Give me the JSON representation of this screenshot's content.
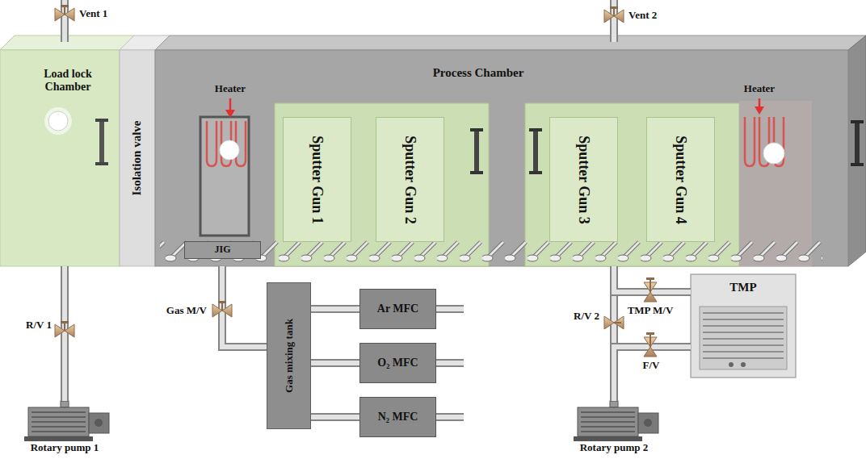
{
  "diagram": {
    "nodes": [
      {
        "text": [
          "Load lock Chamber"
        ]
      },
      {
        "text": [
          "Isolation valve"
        ]
      },
      {
        "text": [
          "Process Chamber"
        ]
      },
      {
        "text": [
          "JIG"
        ],
        "in": 2
      },
      {
        "text": [
          "Sputter Gun 1"
        ],
        "in": 2
      },
      {
        "text": [
          "Sputter Gun 2"
        ],
        "in": 2
      },
      {
        "text": [
          "Sputter Gun 3"
        ],
        "in": 2
      },
      {
        "text": [
          "Sputter Gun 4"
        ],
        "in": 2
      },
      {
        "text": [
          "Gas mixing tank"
        ]
      },
      {
        "text": [
          "Ar MFC"
        ]
      },
      {
        "text": [
          "O₂ MFC"
        ]
      },
      {
        "text": [
          "N₂ MFC"
        ]
      },
      {
        "text": [
          "TMP"
        ]
      },
      {
        "text": [
          "Rotary pump 1"
        ]
      },
      {
        "text": [
          "Rotary pump 2"
        ]
      }
    ],
    "edges": [
      {
        "from": 0,
        "to": 13,
        "arrow": "none"
      },
      {
        "from": 8,
        "to": 2,
        "arrow": "none"
      },
      {
        "from": 9,
        "to": 8,
        "arrow": "none"
      },
      {
        "from": 10,
        "to": 8,
        "arrow": "none"
      },
      {
        "from": 11,
        "to": 8,
        "arrow": "none"
      },
      {
        "from": 2,
        "to": 14,
        "arrow": "none"
      },
      {
        "from": 2,
        "to": 12,
        "arrow": "none"
      },
      {
        "from": 12,
        "to": 14,
        "arrow": "none"
      }
    ],
    "labels": [
      "Vent 1",
      "Vent 2",
      "Heater",
      "Heater",
      "Gas M/V",
      "R/V 1",
      "R/V 2",
      "TMP M/V",
      "F/V"
    ]
  }
}
